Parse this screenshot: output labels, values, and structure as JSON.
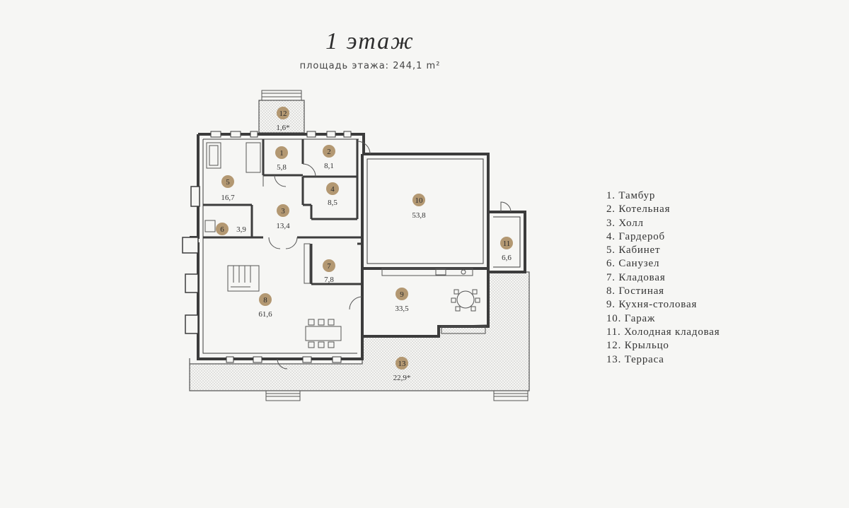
{
  "header": {
    "title": "1 этаж",
    "subtitle": "площадь этажа: 244,1 m²"
  },
  "rooms": [
    {
      "num": "1",
      "area": "5,8"
    },
    {
      "num": "2",
      "area": "8,1"
    },
    {
      "num": "3",
      "area": "13,4"
    },
    {
      "num": "4",
      "area": "8,5"
    },
    {
      "num": "5",
      "area": "16,7"
    },
    {
      "num": "6",
      "area": "3,9"
    },
    {
      "num": "7",
      "area": "7,8"
    },
    {
      "num": "8",
      "area": "61,6"
    },
    {
      "num": "9",
      "area": "33,5"
    },
    {
      "num": "10",
      "area": "53,8"
    },
    {
      "num": "11",
      "area": "6,6"
    },
    {
      "num": "12",
      "area": "1,6*"
    },
    {
      "num": "13",
      "area": "22,9*"
    }
  ],
  "legend": [
    "1. Тамбур",
    "2. Котельная",
    "3. Холл",
    "4. Гардероб",
    "5. Кабинет",
    "6. Санузел",
    "7. Кладовая",
    "8. Гостиная",
    "9. Кухня-столовая",
    "10. Гараж",
    "11. Холодная кладовая",
    "12. Крыльцо",
    "13. Терраса"
  ],
  "colors": {
    "badge": "#b39872",
    "wall": "#3c3c3c",
    "background": "#f6f6f4"
  }
}
